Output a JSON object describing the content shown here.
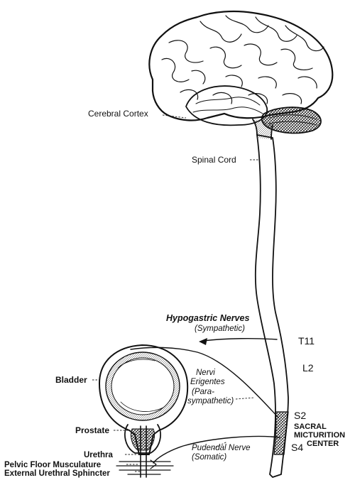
{
  "labels": {
    "cerebral_cortex": "Cerebral Cortex",
    "spinal_cord": "Spinal Cord",
    "hypogastric_title": "Hypogastric Nerves",
    "hypogastric_sub": "(Sympathetic)",
    "t11": "T11",
    "l2": "L2",
    "s2": "S2",
    "s4": "S4",
    "sacral_1": "SACRAL",
    "sacral_2": "MICTURITION",
    "sacral_3": "CENTER",
    "nervi_1": "Nervi",
    "nervi_2": "Erigentes",
    "nervi_3": "(Para-",
    "nervi_4": "sympathetic)",
    "bladder": "Bladder",
    "prostate": "Prostate",
    "pudendal_1": "Pudendal Nerve",
    "pudendal_2": "(Somatic)",
    "urethra": "Urethra",
    "pelvic_floor": "Pelvic Floor Musculature",
    "external_sphincter": "External Urethral Sphincter"
  }
}
